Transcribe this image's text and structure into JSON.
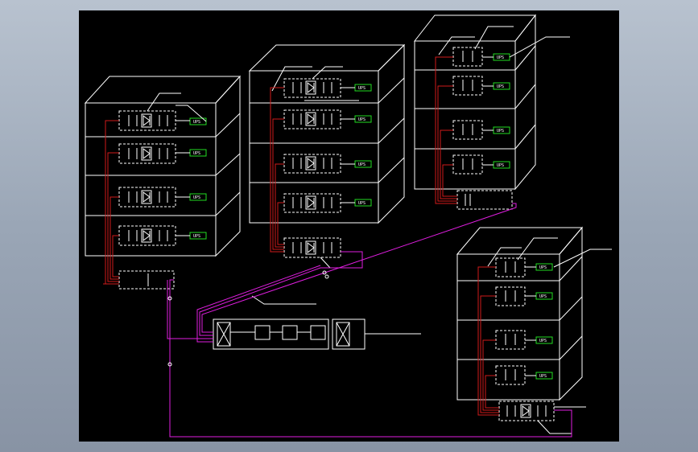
{
  "colors": {
    "background": "#000000",
    "frame": "#a7b1c0",
    "outline": "#ffffff",
    "power_line": "#d11a1a",
    "network_line": "#e01ee0",
    "device_box": "#22dd22"
  },
  "cabinets": [
    {
      "id": "cabinet-1",
      "labels": [
        "UPS",
        "UPS",
        "UPS",
        "UPS"
      ]
    },
    {
      "id": "cabinet-2",
      "labels": [
        "UPS",
        "UPS",
        "UPS",
        "UPS"
      ]
    },
    {
      "id": "cabinet-3",
      "labels": [
        "UPS",
        "UPS",
        "UPS",
        "UPS"
      ]
    },
    {
      "id": "cabinet-4",
      "labels": [
        "UPS",
        "UPS",
        "UPS",
        "UPS"
      ]
    }
  ]
}
